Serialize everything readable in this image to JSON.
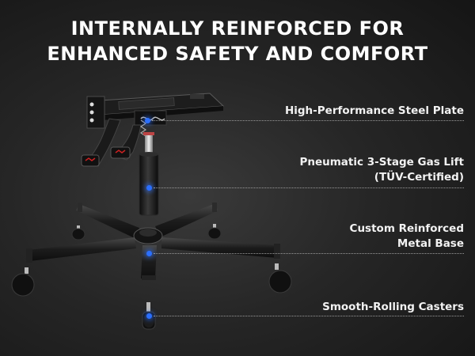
{
  "headline": {
    "line1": "INTERNALLY REINFORCED FOR",
    "line2": "ENHANCED SAFETY AND COMFORT"
  },
  "callouts": [
    {
      "lines": [
        "High-Performance Steel Plate"
      ]
    },
    {
      "lines": [
        "Pneumatic 3-Stage Gas Lift",
        "(TÜV-Certified)"
      ]
    },
    {
      "lines": [
        "Custom Reinforced",
        "Metal Base"
      ]
    },
    {
      "lines": [
        "Smooth-Rolling Casters"
      ]
    }
  ],
  "colors": {
    "background": "#262626",
    "accent_dot": "#2b6fff",
    "text": "#f2f2f2"
  }
}
